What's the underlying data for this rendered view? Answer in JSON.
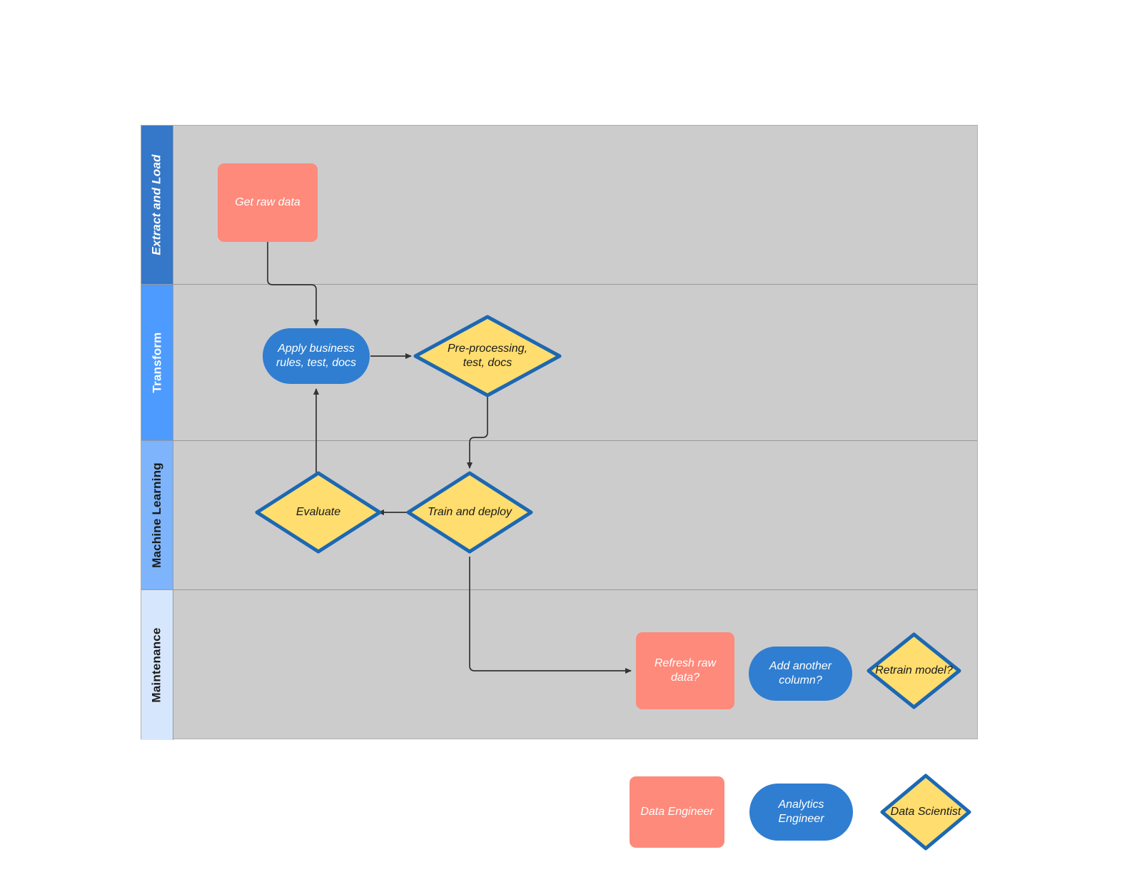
{
  "diagram": {
    "type": "swimlane-flowchart",
    "title": "Analytics engineering workflow swimlane"
  },
  "lanes": [
    {
      "id": "extract-and-load",
      "label": "Extract and Load",
      "header_color": "#3577c8",
      "text_color": "#ffffff",
      "italic": true
    },
    {
      "id": "transform",
      "label": "Transform",
      "header_color": "#4d9bff",
      "text_color": "#ffffff",
      "italic": false
    },
    {
      "id": "machine-learning",
      "label": "Machine Learning",
      "header_color": "#7db4fb",
      "text_color": "#1a1a1a",
      "italic": false
    },
    {
      "id": "maintenance",
      "label": "Maintenance",
      "header_color": "#d6e7fd",
      "text_color": "#1a1a1a",
      "italic": false
    }
  ],
  "nodes": [
    {
      "id": "get-raw-data",
      "label": "Get raw data",
      "shape": "rect",
      "role": "Data Engineer",
      "lane": "extract-and-load"
    },
    {
      "id": "apply-business-rules",
      "label": "Apply business rules, test, docs",
      "shape": "pill",
      "role": "Analytics Engineer",
      "lane": "transform"
    },
    {
      "id": "pre-processing",
      "label": "Pre-processing, test, docs",
      "shape": "diamond",
      "role": "Data Scientist",
      "lane": "transform"
    },
    {
      "id": "evaluate",
      "label": "Evaluate",
      "shape": "diamond",
      "role": "Data Scientist",
      "lane": "machine-learning"
    },
    {
      "id": "train-and-deploy",
      "label": "Train and deploy",
      "shape": "diamond",
      "role": "Data Scientist",
      "lane": "machine-learning"
    },
    {
      "id": "refresh-raw-data",
      "label": "Refresh raw data?",
      "shape": "rect",
      "role": "Data Engineer",
      "lane": "maintenance"
    },
    {
      "id": "add-another-column",
      "label": "Add another column?",
      "shape": "pill",
      "role": "Analytics Engineer",
      "lane": "maintenance"
    },
    {
      "id": "retrain-model",
      "label": "Retrain model?",
      "shape": "diamond",
      "role": "Data Scientist",
      "lane": "maintenance"
    }
  ],
  "edges": [
    {
      "from": "get-raw-data",
      "to": "apply-business-rules",
      "label": ""
    },
    {
      "from": "apply-business-rules",
      "to": "pre-processing",
      "label": ""
    },
    {
      "from": "pre-processing",
      "to": "train-and-deploy",
      "label": ""
    },
    {
      "from": "train-and-deploy",
      "to": "evaluate",
      "label": ""
    },
    {
      "from": "train-and-deploy",
      "to": "refresh-raw-data",
      "label": ""
    },
    {
      "from": "evaluate",
      "to": "apply-business-rules",
      "label": ""
    }
  ],
  "legend": {
    "items": [
      {
        "id": "data-engineer",
        "label": "Data Engineer",
        "shape": "rect",
        "color": "#fd8a7b",
        "text_color": "#ffffff"
      },
      {
        "id": "analytics-engineer",
        "label": "Analytics Engineer",
        "shape": "pill",
        "color": "#2f7ed1",
        "text_color": "#ffffff"
      },
      {
        "id": "data-scientist",
        "label": "Data Scientist",
        "shape": "diamond",
        "color": "#ffdd6e",
        "text_color": "#1a1a1a"
      }
    ]
  },
  "colors": {
    "lane_body": "#cccccc",
    "rect_fill": "#fd8a7b",
    "pill_fill": "#2f7ed1",
    "diamond_fill": "#ffdd6e",
    "diamond_stroke": "#1c68b3",
    "connector": "#333333"
  }
}
